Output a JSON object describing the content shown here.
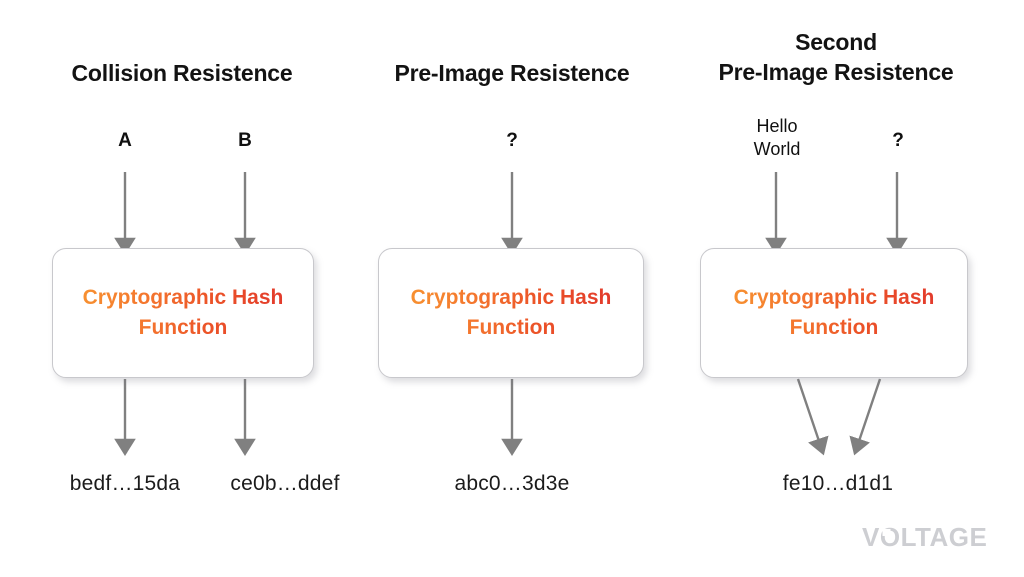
{
  "diagram": {
    "background_color": "#ffffff",
    "arrow_color": "#808080",
    "box_border_color": "#c8c8cc",
    "accent_gradient_start": "#F79030",
    "accent_gradient_end": "#E23A2C",
    "logo_color": "#cdced2"
  },
  "panels": [
    {
      "title": "Collision Resistence",
      "inputs": [
        {
          "label": "A",
          "bold": true
        },
        {
          "label": "B",
          "bold": true
        }
      ],
      "box_label": "Cryptographic Hash\nFunction",
      "outputs": [
        {
          "label": "bedf…15da"
        },
        {
          "label": "ce0b…ddef"
        }
      ]
    },
    {
      "title": "Pre-Image Resistence",
      "inputs": [
        {
          "label": "?",
          "bold": true
        }
      ],
      "box_label": "Cryptographic Hash\nFunction",
      "outputs": [
        {
          "label": "abc0…3d3e"
        }
      ]
    },
    {
      "title": "Second\nPre-Image Resistence",
      "inputs": [
        {
          "label": "Hello\nWorld",
          "bold": false
        },
        {
          "label": "?",
          "bold": true
        }
      ],
      "box_label": "Cryptographic Hash\nFunction",
      "outputs": [
        {
          "label": "fe10…d1d1"
        }
      ]
    }
  ],
  "logo": {
    "text": "VOLTAGE"
  }
}
